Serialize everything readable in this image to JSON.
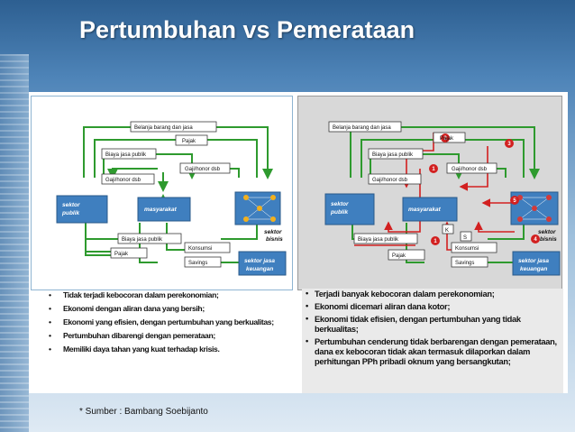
{
  "title": "Pertumbuhan vs Pemerataan",
  "source": "* Sumber : Bambang Soebijanto",
  "left_diagram": {
    "belanja": "Belanja barang dan jasa",
    "pajak_top": "Pajak",
    "biaya_atas": "Biaya jasa publik",
    "gaji": "Gaji/honor dsb",
    "sektor_publik": [
      "sektor",
      "publik"
    ],
    "masyarakat": "masyarakat",
    "sektor_bisnis": [
      "sektor",
      "bisnis"
    ],
    "biaya_bawah": "Biaya jasa publik",
    "konsumsi": "Konsumsi",
    "pajak_bawah": "Pajak",
    "savings": "Savings",
    "sektor_jasa": [
      "sektor jasa",
      "keuangan"
    ]
  },
  "right_diagram": {
    "belanja": "Belanja barang dan jasa",
    "pajak_top": "Pajak",
    "biaya_atas": "Biaya jasa publik",
    "gaji": "Gaji/honor dsb",
    "sektor_publik": [
      "sektor",
      "publik"
    ],
    "masyarakat": "masyarakat",
    "sektor_bisnis": [
      "sektor",
      "bisnis"
    ],
    "biaya_bawah": "Biaya jasa publik",
    "konsumsi": "Konsumsi",
    "pajak_bawah": "Pajak",
    "savings": "Savings",
    "sektor_jasa": [
      "sektor jasa",
      "keuangan"
    ],
    "k": "K",
    "s": "S",
    "markers": [
      "1",
      "2",
      "3",
      "4",
      "5",
      "1"
    ]
  },
  "left_bullets": [
    "Tidak terjadi kebocoran dalam perekonomian;",
    "Ekonomi dengan aliran dana yang bersih;",
    "Ekonomi yang efisien, dengan pertumbuhan yang berkualitas;",
    "Pertumbuhan dibarengi dengan pemerataan;",
    "Memiliki daya tahan yang kuat terhadap krisis."
  ],
  "right_bullets": [
    "Terjadi banyak kebocoran dalam perekonomian;",
    "Ekonomi dicemari aliran dana kotor;",
    "Ekonomi tidak efisien, dengan pertumbuhan yang tidak berkualitas;",
    "Pertumbuhan cenderung tidak berbarengan dengan pemerataan, dana ex kebocoran tidak akan termasuk dilaporkan dalam perhitungan PPh pribadi oknum yang bersangkutan;"
  ],
  "bullet_glyph": "•",
  "colors": {
    "flow": "#2e9a2e",
    "leak": "#d22020",
    "box": "#3f7fbf",
    "title": "#ffffff"
  }
}
